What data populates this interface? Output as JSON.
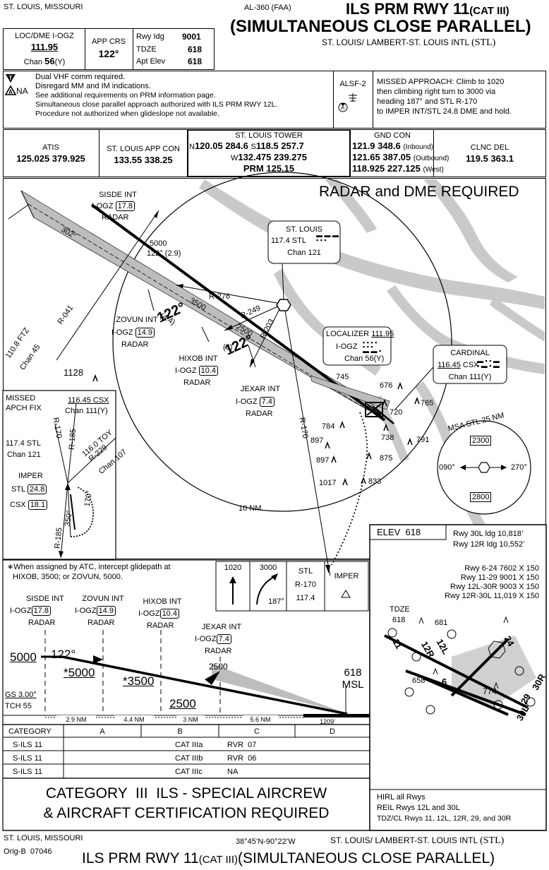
{
  "header": {
    "city": "ST. LOUIS, MISSOURI",
    "chart_id": "AL-360 (FAA)",
    "title_line1": "ILS PRM RWY 11",
    "title_cat": "(CAT III)",
    "title_line2": "(SIMULTANEOUS CLOSE PARALLEL)",
    "airport": "ST. LOUIS/ LAMBERT-ST. LOUIS INTL",
    "airport_id": "(STL)"
  },
  "loc_box": {
    "label": "LOC/DME I-OGZ",
    "freq": "111.95",
    "chan_label": "Chan",
    "chan_num": "56",
    "chan_suffix": "(Y)",
    "app_crs_label": "APP CRS",
    "app_crs": "122°",
    "rwy_ldg_label": "Rwy Idg",
    "rwy_ldg": "9001",
    "tdze_label": "TDZE",
    "tdze": "618",
    "apt_elev_label": "Apt Elev",
    "apt_elev": "618"
  },
  "notes": {
    "line1": "Dual VHF comm required.",
    "line2": "Disregard MM and IM indications.",
    "line3": "See additional requirements on PRM information page.",
    "line4": "Simultaneous close parallel approach authorized with ILS PRM RWY 12L.",
    "line5": "Procedure not authorized when glideslope not available.",
    "na": "NA",
    "alsf": "ALSF-2",
    "alsf_circle": "A",
    "missed": [
      "MISSED APPROACH:  Climb to 1020",
      "then climbing right turn to 3000 via",
      "heading 187° and STL R-170",
      "to IMPER INT/STL 24.8 DME and hold."
    ]
  },
  "comms": {
    "atis_label": "ATIS",
    "atis_freq": "125.025  379.925",
    "app_label": "ST. LOUIS APP CON",
    "app_freq": "133.55  338.25",
    "tower_label": "ST. LOUIS TOWER",
    "tower_n": "N",
    "tower_n_freq": "120.05  284.6",
    "tower_s": "S",
    "tower_s_freq": "118.5  257.7",
    "tower_w": "W",
    "tower_w_freq": "132.475  239.275",
    "prm": "PRM 125.15",
    "gnd_label": "GND CON",
    "gnd1": "121.9  348.6",
    "gnd1_note": "(Inbound)",
    "gnd2": "121.65  387.05",
    "gnd2_note": "(Outbound)",
    "gnd3": "118.925  227.125",
    "gnd3_note": "(West)",
    "clnc_label": "CLNC DEL",
    "clnc_freq": "119.5  363.1"
  },
  "plan": {
    "radar_dme": "RADAR and DME REQUIRED",
    "sisde": "SISDE INT",
    "sisde_id": "I-OGZ",
    "sisde_dme": "17.8",
    "radar": "RADAR",
    "alt_5000": "5000",
    "crs_29": "122° (2.9)",
    "zovun": "ZOVUN INT",
    "zovun_id": "I-OGZ",
    "zovun_dme": "14.9",
    "hixob": "HIXOB INT",
    "hixob_id": "I-OGZ",
    "hixob_dme": "10.4",
    "jexar": "JEXAR INT",
    "jexar_id": "I-OGZ",
    "jexar_dme": "7.4",
    "r276": "R-276",
    "r249": "R-249",
    "r203": "R-203",
    "r170": "R-170",
    "r041": "R-041",
    "alt_3500": "3500",
    "dist_44": "(4.4)",
    "alt_2500": "2500",
    "dist_3": "(3)",
    "crs_122": "122°",
    "crs_302": "302°",
    "ftz": "110.8 FTZ",
    "ftz_chan": "Chan 45",
    "stl_name": "ST. LOUIS",
    "stl_freq": "117.4  STL",
    "stl_chan": "Chan 121",
    "loc_name": "LOCALIZER",
    "loc_freq": "111.95",
    "loc_id": "I-OGZ",
    "loc_chan": "Chan 56(Y)",
    "cardinal": "CARDINAL",
    "cardinal_freq": "116.45",
    "cardinal_id": "CSX",
    "cardinal_chan": "Chan 111(Y)",
    "obs_1128": "1128",
    "obs_745": "745",
    "obs_676": "676",
    "obs_720": "720",
    "obs_765": "765",
    "obs_738": "738",
    "obs_784": "784",
    "obs_897a": "897",
    "obs_897b": "897",
    "obs_791": "791",
    "obs_875": "875",
    "obs_1017": "1017",
    "obs_833": "833",
    "nm10": "10 NM",
    "msa_label": "MSA STL 25 NM",
    "msa_2300": "2300",
    "msa_2800": "2800",
    "msa_090": "090°",
    "msa_270": "270°"
  },
  "inset": {
    "title1": "MISSED",
    "title2": "APCH FIX",
    "csx": "116.45 CSX",
    "csx_chan": "Chan 111(Y)",
    "stl": "117.4 STL",
    "stl_chan": "Chan 121",
    "r170": "R-170",
    "r185": "R-185",
    "r185b": "R-185",
    "toy": "116.0 TOY",
    "r229": "R-229",
    "toy_chan": "Chan 107",
    "imper": "IMPER",
    "stl_lbl": "STL",
    "stl_dme": "24.8",
    "csx_lbl": "CSX",
    "csx_dme": "18.1",
    "hdg350": "350°",
    "hdg170": "170°"
  },
  "profile": {
    "note1": "∗When assigned by ATC, intercept glidepath at",
    "note2": "HIXOB, 3500; or ZOVUN, 5000.",
    "icon_1020": "1020",
    "icon_3000": "3000",
    "icon_187": "187°",
    "icon_stl": "STL",
    "icon_r170": "R-170",
    "icon_1174": "117.4",
    "icon_imper": "IMPER",
    "sisde": "SISDE INT",
    "sisde_id": "I-OGZ",
    "sisde_dme": "17.8",
    "zovun": "ZOVUN INT",
    "zovun_id": "I-OGZ",
    "zovun_dme": "14.9",
    "hixob": "HIXOB INT",
    "hixob_id": "I-OGZ",
    "hixob_dme": "10.4",
    "jexar": "JEXAR INT",
    "jexar_id": "I-OGZ",
    "jexar_dme": "7.4",
    "radar": "RADAR",
    "alt_5000": "5000",
    "crs": "122°",
    "star_5000": "*5000",
    "star_3500": "*3500",
    "alt_2500a": "2500",
    "alt_2500b": "2500",
    "msl_618": "618",
    "msl": "MSL",
    "gs": "GS 3.00°",
    "tch": "TCH 55",
    "d1": "2.9 NM",
    "d2": "4.4 NM",
    "d3": "3 NM",
    "d4": "5.6 NM",
    "d5": "1209'"
  },
  "minima": {
    "header": [
      "CATEGORY",
      "A",
      "B",
      "C",
      "D"
    ],
    "rows": [
      {
        "name": "S-ILS 11",
        "cat": "CAT IIIa",
        "rvr": "RVR  07"
      },
      {
        "name": "S-ILS 11",
        "cat": "CAT IIIb",
        "rvr": "RVR  06"
      },
      {
        "name": "S-ILS 11",
        "cat": "CAT IIIc",
        "rvr": "NA"
      }
    ],
    "cert1": "CATEGORY  III  ILS - SPECIAL AIRCREW",
    "cert2": "& AIRCRAFT CERTIFICATION REQUIRED"
  },
  "airport_diagram": {
    "elev_label": "ELEV",
    "elev": "618",
    "ldg1": "Rwy 30L ldg 10,818’",
    "ldg2": "Rwy 12R ldg 10,552’",
    "rwy1": "Rwy 6-24 7602 X 150",
    "rwy2": "Rwy 11-29 9001 X 150",
    "rwy3": "Rwy 12L-30R 9003 X 150",
    "rwy4": "Rwy 12R-30L 11,019 X 150",
    "tdze": "TDZE",
    "tdze_val": "618",
    "obs681": "681",
    "obs658": "658",
    "obs774": "774",
    "lbl_11": "11",
    "lbl_12r": "12R",
    "lbl_12l": "12L",
    "lbl_6": "6",
    "lbl_24": "24",
    "lbl_29": "29",
    "lbl_30r": "30R",
    "lbl_30l": "30L",
    "lights1": "HIRL all Rwys",
    "lights2": "REIL Rwys 12L and 30L",
    "lights3": "TDZ/CL Rwys 11, 12L, 12R, 29, and 30R"
  },
  "footer": {
    "city": "ST. LOUIS, MISSOURI",
    "orig": "Orig-B  07046",
    "coords": "38°45’N-90°22’W",
    "airport": "ST. LOUIS/ LAMBERT-ST. LOUIS INTL",
    "airport_id": "(STL)",
    "title": "ILS PRM RWY 11",
    "title_cat": "(CAT III)",
    "title_rest": "(SIMULTANEOUS CLOSE PARALLEL)"
  }
}
